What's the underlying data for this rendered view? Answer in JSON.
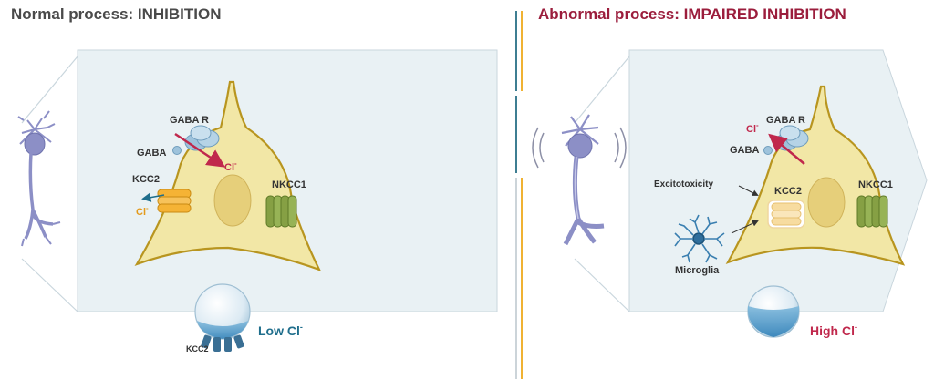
{
  "left_panel": {
    "title": "Normal process: INHIBITION",
    "gaba_receptor_label": "GABA R",
    "gaba_label": "GABA",
    "chloride_label": "Cl",
    "chloride_superscript": "-",
    "kcc2_label": "KCC2",
    "kcc2_chloride_label": "Cl",
    "kcc2_chloride_superscript": "-",
    "nkcc1_label": "NKCC1",
    "bubble_kcc2_label": "KCC2",
    "bubble_label": "Low Cl",
    "bubble_superscript": "-"
  },
  "right_panel": {
    "title": "Abnormal process: IMPAIRED INHIBITION",
    "gaba_receptor_label": "GABA R",
    "gaba_label": "GABA",
    "chloride_label": "Cl",
    "chloride_superscript": "-",
    "excitotoxicity_label": "Excitotoxicity",
    "kcc2_label": "KCC2",
    "nkcc1_label": "NKCC1",
    "microglia_label": "Microglia",
    "bubble_label": "High Cl",
    "bubble_superscript": "-"
  },
  "colors": {
    "title_left": "#4a4a4a",
    "title_right": "#9b1d3c",
    "panel_fill": "#e9f1f4",
    "cell_fill": "#f2e7a6",
    "cell_stroke": "#b8951f",
    "kcc2_orange": "#f5b335",
    "nkcc1_green": "#86a044",
    "receptor_blue": "#9ec3dc",
    "arrow_red": "#c0284c",
    "teal_text": "#1f6e8c",
    "neuron_lavender": "#8c8fc6",
    "divider_teal": "#3e7e92",
    "divider_orange": "#f0b232"
  }
}
